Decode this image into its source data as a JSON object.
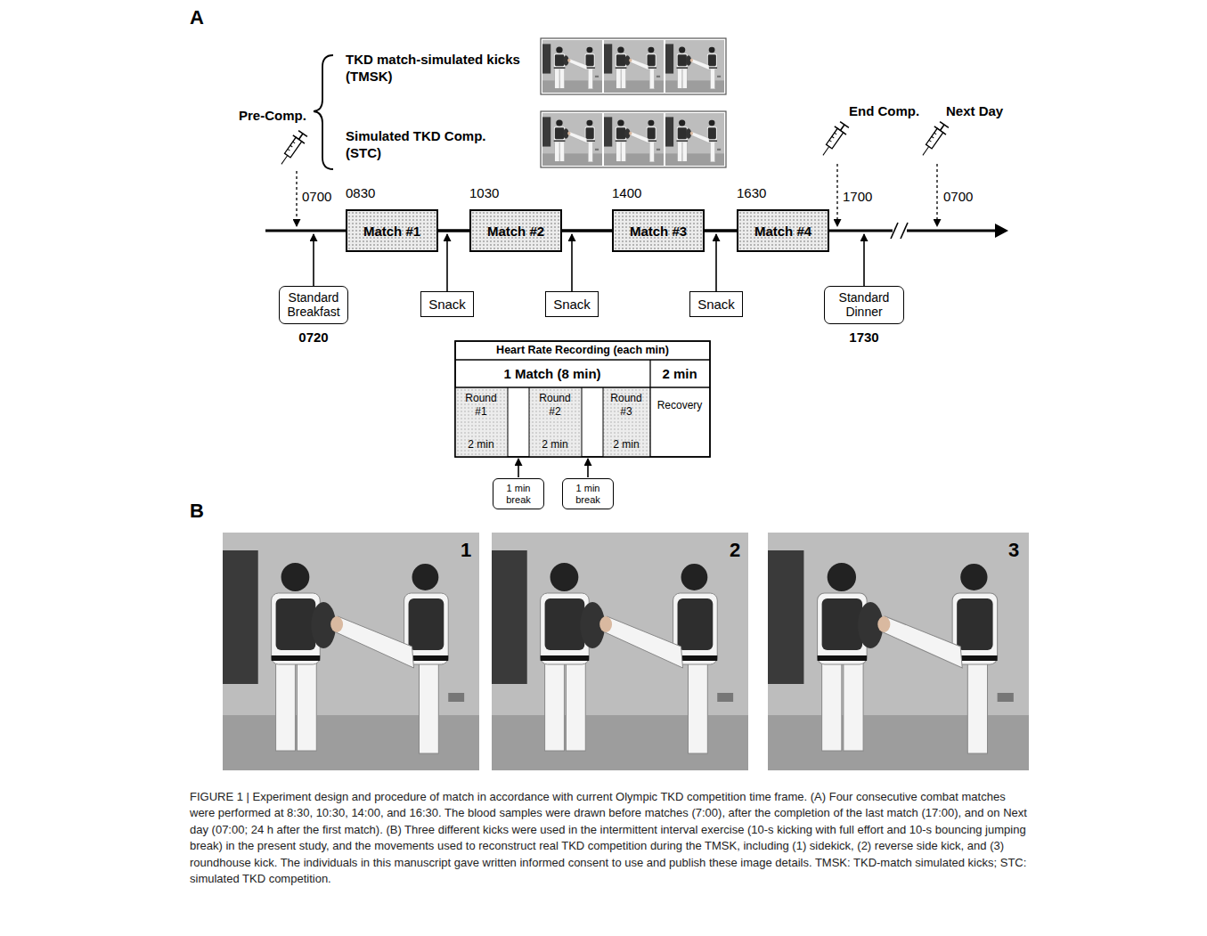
{
  "diagram": {
    "caption": "FIGURE 1 | Experiment design and procedure of match in accordance with current Olympic TKD competition time frame. (A) Four consecutive combat matches were performed at 8:30, 10:30, 14:00, and 16:30. The blood samples were drawn before matches (7:00), after the completion of the last match (17:00), and on Next day (07:00; 24 h after the first match). (B) Three different kicks were used in the intermittent interval exercise (10-s kicking with full effort and 10-s bouncing jumping break) in the present study, and the movements used to reconstruct real TKD competition during the TMSK, including (1) sidekick, (2) reverse side kick, and (3) roundhouse kick. The individuals in this manuscript gave written informed consent to use and publish these image details. TMSK: TKD-match simulated kicks; STC: simulated TKD competition.",
    "nodes": [
      {
        "text": [
          "Match #1"
        ]
      },
      {
        "text": [
          "Match #2"
        ]
      },
      {
        "text": [
          "Match #3"
        ]
      },
      {
        "text": [
          "Match #4"
        ]
      },
      {
        "text": [
          "Standard Breakfast"
        ]
      },
      {
        "text": [
          "Snack"
        ]
      },
      {
        "text": [
          "Snack"
        ]
      },
      {
        "text": [
          "Snack"
        ]
      },
      {
        "text": [
          "Standard Dinner"
        ]
      },
      {
        "text": [
          "1 min break"
        ]
      },
      {
        "text": [
          "1 min break"
        ]
      }
    ],
    "edges": [
      {
        "from": 0,
        "to": 1,
        "arrow": "none"
      },
      {
        "from": 1,
        "to": 2,
        "arrow": "none"
      },
      {
        "from": 2,
        "to": 3,
        "arrow": "none"
      }
    ],
    "labels": [
      "A",
      "Pre-Comp.",
      "TKD match-simulated kicks (TMSK)",
      "Simulated TKD Comp. (STC)",
      "End Comp.",
      "Next Day",
      "0700",
      "0830",
      "1030",
      "1400",
      "1630",
      "1700",
      "0700",
      "0720",
      "1730",
      "Heart Rate Recording (each min)",
      "1 Match (8 min)",
      "2 min",
      "Round #1",
      "2 min",
      "Round #2",
      "2 min",
      "Round #3",
      "2 min",
      "Recovery",
      "B",
      "1",
      "2",
      "3"
    ]
  }
}
